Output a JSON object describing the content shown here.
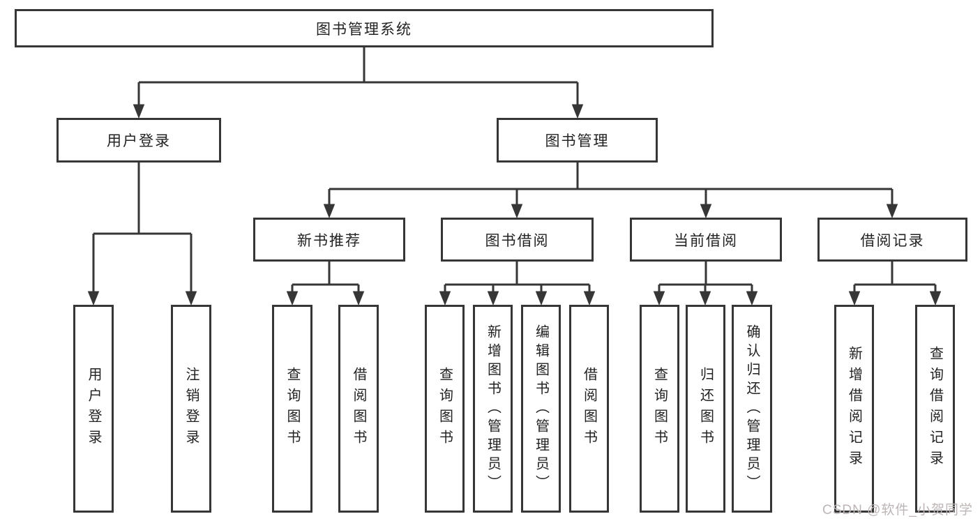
{
  "tree": {
    "label": "图书管理系统",
    "children": [
      {
        "label": "用户登录",
        "children": [
          {
            "label": "用户登录"
          },
          {
            "label": "注销登录"
          }
        ]
      },
      {
        "label": "图书管理",
        "children": [
          {
            "label": "新书推荐",
            "children": [
              {
                "label": "查询图书"
              },
              {
                "label": "借阅图书"
              }
            ]
          },
          {
            "label": "图书借阅",
            "children": [
              {
                "label": "查询图书"
              },
              {
                "label": "新增图书（管理员）"
              },
              {
                "label": "编辑图书（管理员）"
              },
              {
                "label": "借阅图书"
              }
            ]
          },
          {
            "label": "当前借阅",
            "children": [
              {
                "label": "查询图书"
              },
              {
                "label": "归还图书"
              },
              {
                "label": "确认归还（管理员）"
              }
            ]
          },
          {
            "label": "借阅记录",
            "children": [
              {
                "label": "新增借阅记录"
              },
              {
                "label": "查询借阅记录"
              }
            ]
          }
        ]
      }
    ]
  },
  "watermark": {
    "text": "CSDN @软件_小贺同学"
  },
  "colors": {
    "line": "#363636",
    "box_border": "#363636",
    "text": "#222222",
    "watermark": "#bdb5b5",
    "background": "#ffffff"
  }
}
